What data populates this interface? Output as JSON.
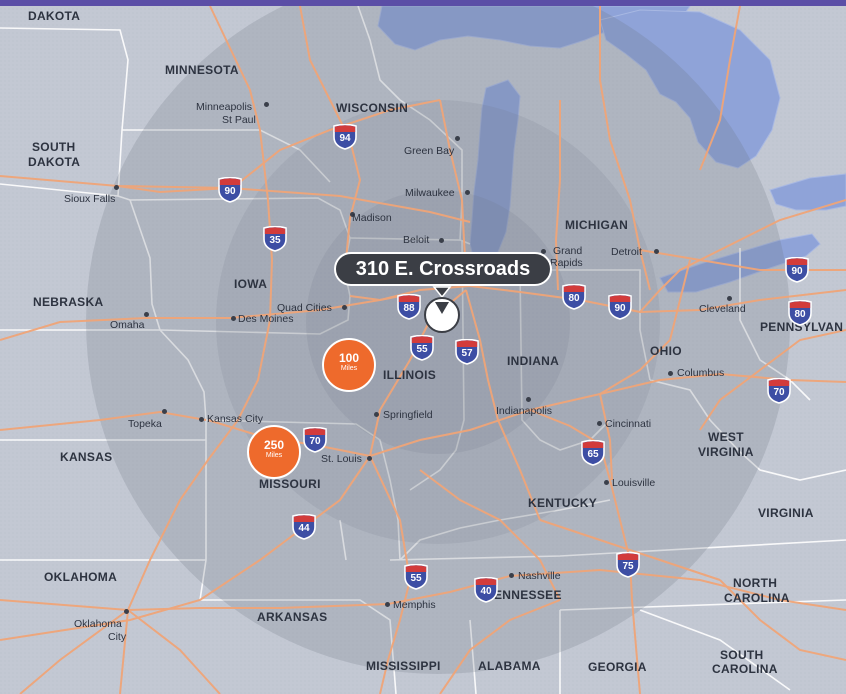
{
  "location": {
    "label": "310 E. Crossroads"
  },
  "radius_badges": [
    {
      "value": "100",
      "unit": "Miles"
    },
    {
      "value": "250",
      "unit": "Miles"
    }
  ],
  "states": {
    "dakota": "DAKOTA",
    "minnesota": "MINNESOTA",
    "wisconsin": "WISCONSIN",
    "south_dakota_1": "SOUTH",
    "south_dakota_2": "DAKOTA",
    "michigan": "MICHIGAN",
    "iowa": "IOWA",
    "nebraska": "NEBRASKA",
    "illinois": "ILLINOIS",
    "indiana": "INDIANA",
    "ohio": "OHIO",
    "pennsylvania": "PENNSYLVAN",
    "kansas": "KANSAS",
    "missouri": "MISSOURI",
    "west_virginia_1": "WEST",
    "west_virginia_2": "VIRGINIA",
    "kentucky": "KENTUCKY",
    "virginia": "VIRGINIA",
    "oklahoma": "OKLAHOMA",
    "tennessee": "ENNESSEE",
    "north_carolina_1": "NORTH",
    "north_carolina_2": "CAROLINA",
    "arkansas": "ARKANSAS",
    "mississippi": "MISSISSIPPI",
    "alabama": "ALABAMA",
    "georgia": "GEORGIA",
    "south_carolina_1": "SOUTH",
    "south_carolina_2": "CAROLINA"
  },
  "cities": {
    "minneapolis_1": "Minneapolis",
    "minneapolis_2": "St Paul",
    "green_bay": "Green Bay",
    "sioux_falls": "Sioux Falls",
    "milwaukee": "Milwaukee",
    "madison": "Madison",
    "beloit": "Beloit",
    "grand_rapids_1": "Grand",
    "grand_rapids_2": "Rapids",
    "detroit": "Detroit",
    "quad_cities": "Quad Cities",
    "des_moines": "Des Moines",
    "omaha": "Omaha",
    "cleveland": "Cleveland",
    "columbus": "Columbus",
    "springfield": "Springfield",
    "indianapolis": "Indianapolis",
    "topeka": "Topeka",
    "kansas_city": "Kansas City",
    "cincinnati": "Cincinnati",
    "st_louis": "St. Louis",
    "louisville": "Louisville",
    "nashville": "Nashville",
    "memphis": "Memphis",
    "oklahoma_city_1": "Oklahoma",
    "oklahoma_city_2": "City"
  },
  "interstates": {
    "i94": "94",
    "i90_west": "90",
    "i35": "35",
    "i88": "88",
    "i55_north": "55",
    "i57": "57",
    "i80_mid": "80",
    "i90_mid": "90",
    "i90_east": "90",
    "i80_east": "80",
    "i70_east": "70",
    "i65": "65",
    "i70_west": "70",
    "i44": "44",
    "i55_south": "55",
    "i40": "40",
    "i75": "75"
  },
  "colors": {
    "land": "#c3c8d3",
    "water": "#8fa3d8",
    "roads": "#f0a578",
    "borders": "#ffffff",
    "radius_ring": "#6b7180",
    "badge": "#ee6a2c",
    "callout": "#3b3e45",
    "shield_blue": "#3d4ea4",
    "shield_red": "#d23b3b"
  }
}
